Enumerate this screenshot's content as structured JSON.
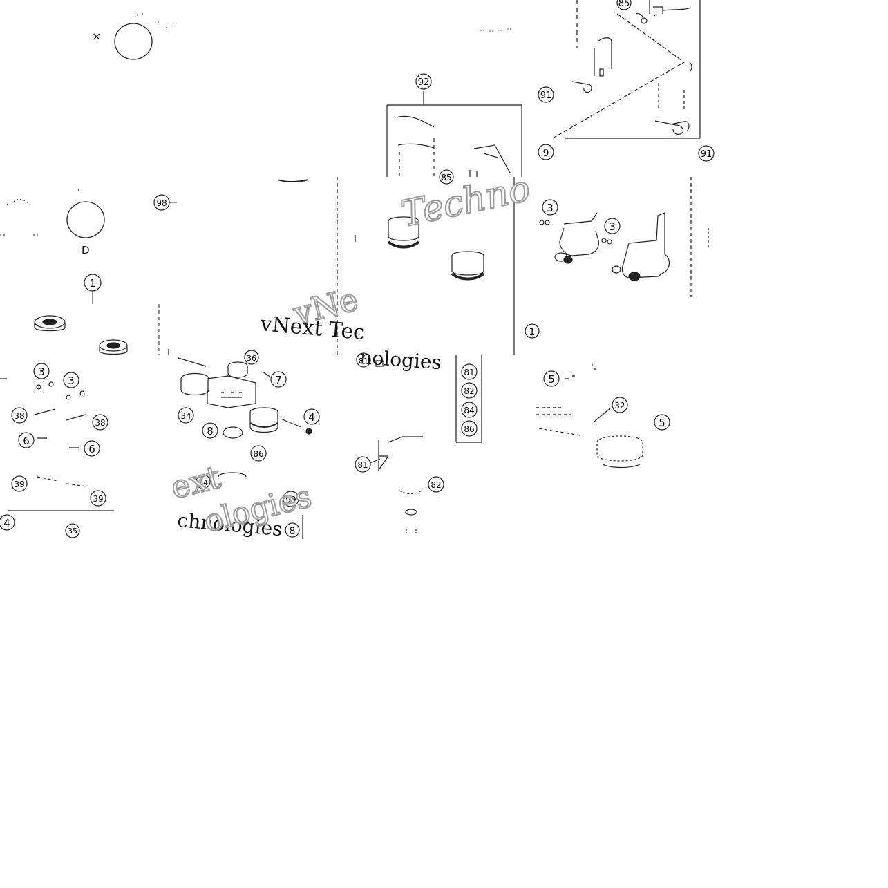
{
  "diagram": {
    "letters": {
      "x": "×",
      "d": "D"
    },
    "callouts": {
      "c92": "92",
      "c85a": "85",
      "c91a": "91",
      "c9": "9",
      "c91b": "91",
      "c85b": "85",
      "c98": "98",
      "c3a": "3",
      "c3b": "3",
      "c1": "1",
      "c3c": "3",
      "c3d": "3",
      "c38a": "38",
      "c38b": "38",
      "c6a": "6",
      "c6b": "6",
      "c39a": "39",
      "c39b": "39",
      "c4a": "4",
      "c35": "35",
      "c36": "36",
      "c7": "7",
      "c34": "34",
      "c8a": "8",
      "c4b": "4",
      "c86a": "86",
      "c84a": "84",
      "c99": "99",
      "c8b": "8",
      "c81a": "81",
      "c81b": "81",
      "c82a": "82",
      "c84b": "84",
      "c86b": "86",
      "c81c": "81",
      "c82b": "82",
      "c1b": "1",
      "c5a": "5",
      "c32": "32",
      "c5b": "5"
    },
    "watermarks": {
      "w1": "Techno",
      "w2": "vNext Tec",
      "w3": "vNe",
      "w4": "nologies",
      "w5": "ext",
      "w6": "chnologies",
      "w7": "ologies"
    }
  },
  "colors": {
    "line": "#222222",
    "watermark_fill": "#ffffff",
    "watermark_stroke": "#9a9a9a",
    "text": "#111111"
  }
}
